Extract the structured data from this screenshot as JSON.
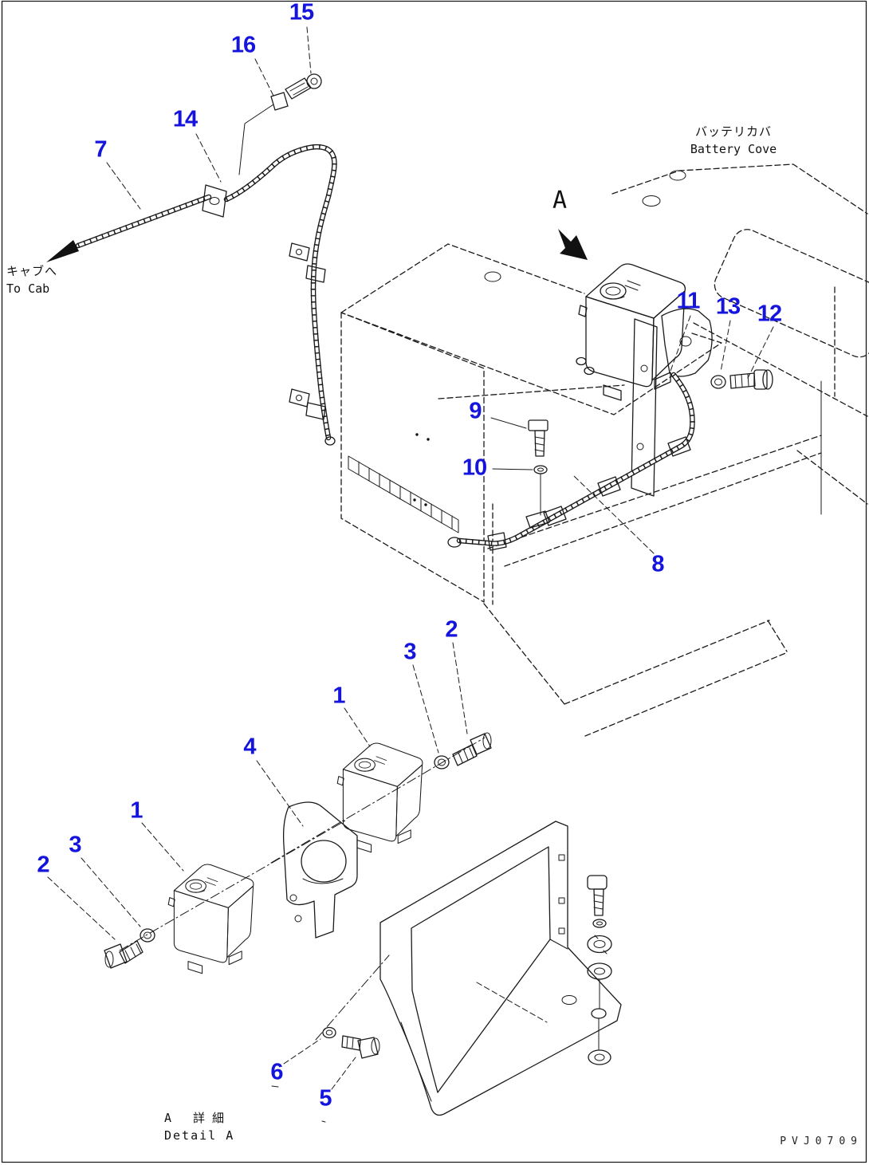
{
  "drawing": {
    "code": "PVJ0709",
    "view_label": "A",
    "annotations": {
      "to_cab_jp": "キャブへ",
      "to_cab_en": "To Cab",
      "battery_cover_jp": "バッテリカバ",
      "battery_cover_en": "Battery Cove",
      "detail_jp": "A 詳細",
      "detail_en": "Detail A"
    },
    "callouts": {
      "1": "1",
      "2": "2",
      "3": "3",
      "4": "4",
      "5": "5",
      "6": "6",
      "7": "7",
      "8": "8",
      "9": "9",
      "10": "10",
      "11": "11",
      "12": "12",
      "13": "13",
      "14": "14",
      "15": "15",
      "16": "16"
    },
    "colors": {
      "callout_blue": "#1414dd",
      "line": "#1a1a1a",
      "background": "#ffffff"
    }
  }
}
